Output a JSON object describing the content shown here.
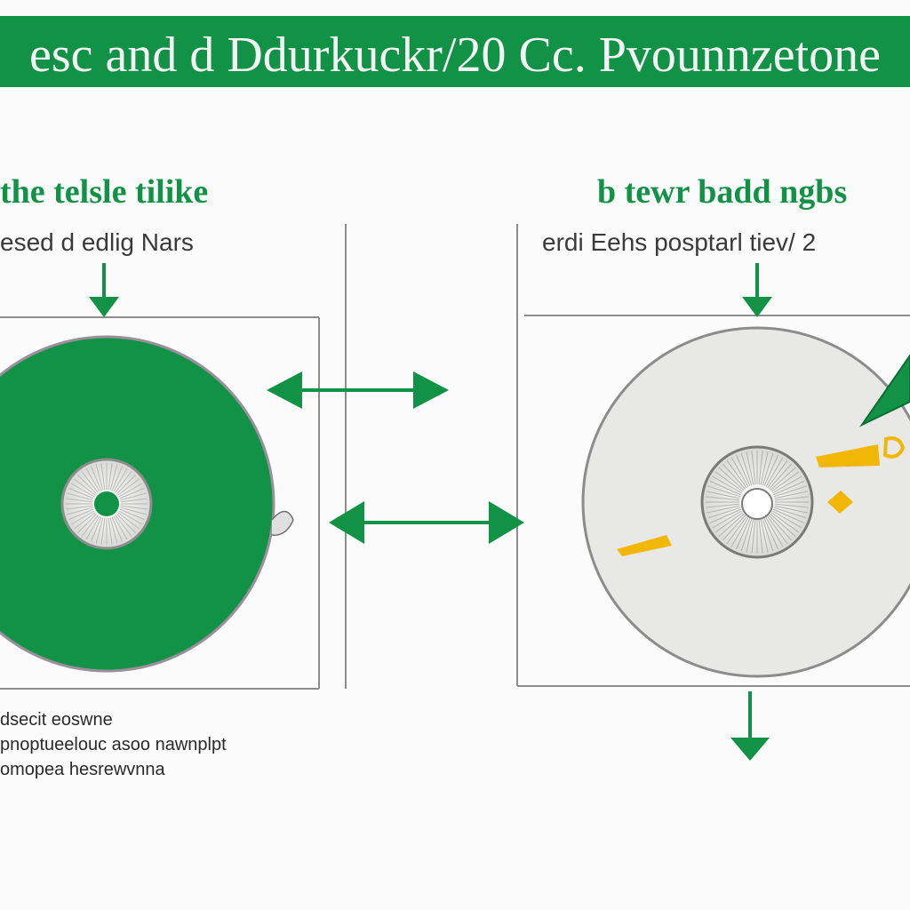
{
  "banner": {
    "title": "esc and d Ddurkuckr/20 Cc. Pvounnzetone",
    "color": "#119246"
  },
  "left_panel": {
    "heading": "the telsle tilike",
    "subheading": "esed d edlig Nars",
    "disc_color": "#119246"
  },
  "right_panel": {
    "heading": "b tewr badd ngbs",
    "subheading": "erdi Eehs posptarl tiev/ 2",
    "disc_color": "#e8e8e6"
  },
  "caption": {
    "lines": [
      "dsecit eoswne",
      "pnoptueelouc asoo nawnplpt",
      "omopea hesrewvnna"
    ]
  },
  "colors": {
    "accent_green": "#119246",
    "accent_yellow": "#f2b705",
    "line_gray": "#8c8c8c"
  },
  "icons": {
    "down_arrow": "arrow-down-icon",
    "double_arrow": "double-headed-arrow-icon",
    "pointer": "pointer-triangle-icon"
  }
}
